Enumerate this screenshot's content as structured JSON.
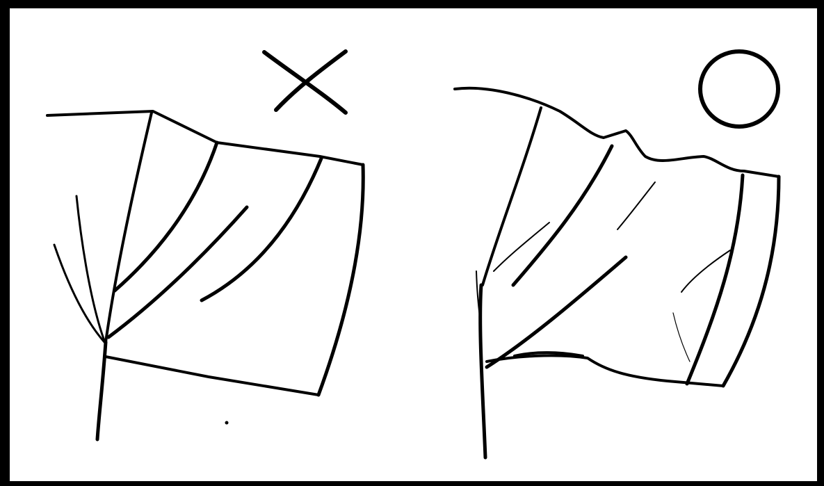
{
  "figure": {
    "panels": [
      {
        "id": "left",
        "verdict": "incorrect",
        "mark_icon": "cross-mark-icon"
      },
      {
        "id": "right",
        "verdict": "correct",
        "mark_icon": "circle-mark-icon"
      }
    ],
    "colors": {
      "ink": "#000000",
      "paper": "#ffffff",
      "border": "#000000"
    }
  }
}
